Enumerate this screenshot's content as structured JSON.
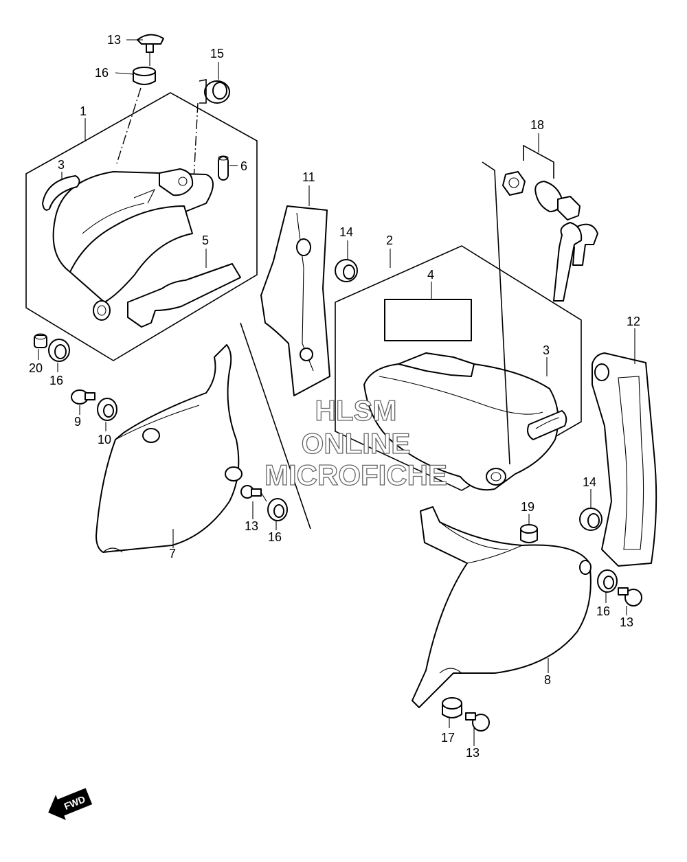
{
  "callouts": {
    "c13_top": "13",
    "c16_top": "16",
    "c15": "15",
    "c1": "1",
    "c3_left": "3",
    "c6": "6",
    "c5": "5",
    "c20": "20",
    "c16_left": "16",
    "c9": "9",
    "c10": "10",
    "c11": "11",
    "c14_mid": "14",
    "c2": "2",
    "c4": "4",
    "c18": "18",
    "c3_right": "3",
    "c12": "12",
    "c7": "7",
    "c13_mid": "13",
    "c16_mid": "16",
    "c14_right": "14",
    "c19": "19",
    "c16_right": "16",
    "c13_right": "13",
    "c8": "8",
    "c17": "17",
    "c13_bottom": "13"
  },
  "watermark": {
    "line1": "HLSM",
    "line2": "ONLINE",
    "line3": "MICROFICHE"
  },
  "fwd_label": "FWD"
}
